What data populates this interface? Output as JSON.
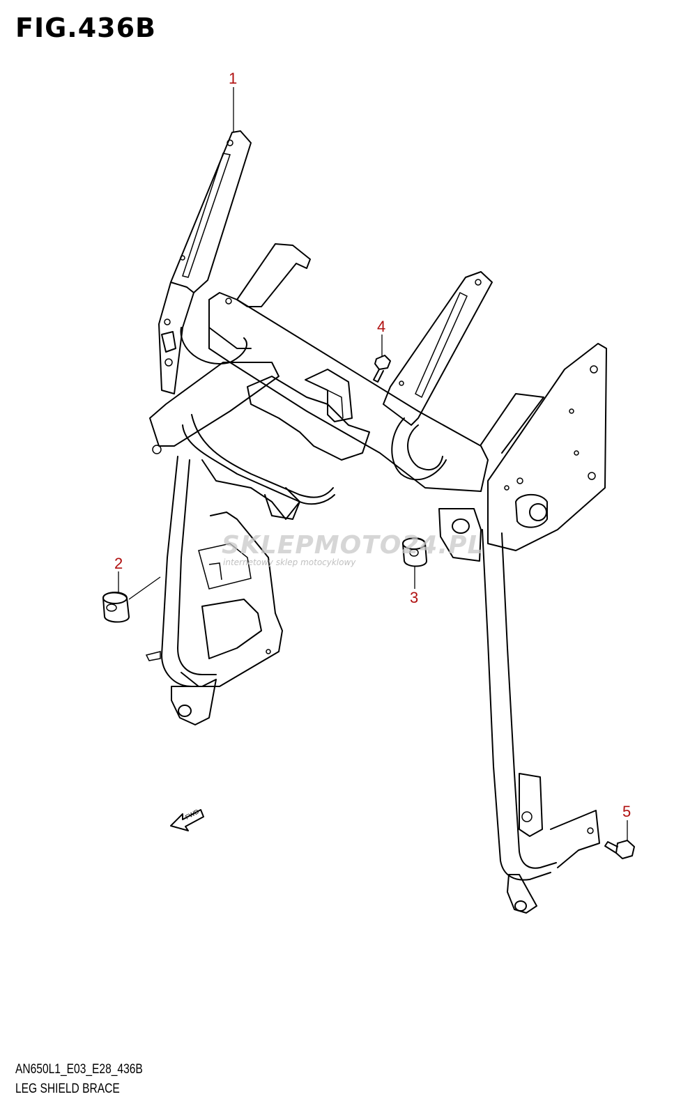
{
  "figure": {
    "title": "FIG.436B",
    "code": "AN650L1_E03_E28_436B",
    "name": "LEG SHIELD BRACE"
  },
  "callouts": [
    {
      "label": "1"
    },
    {
      "label": "2"
    },
    {
      "label": "3"
    },
    {
      "label": "4"
    },
    {
      "label": "5"
    }
  ],
  "fwd_label": "FWD",
  "watermark": {
    "main": "SKLEPMOTO24.PL",
    "sub": "internetowy sklep motocyklowy"
  },
  "colors": {
    "callout": "#b01010",
    "line": "#000000",
    "watermark": "#c9c9c9"
  }
}
